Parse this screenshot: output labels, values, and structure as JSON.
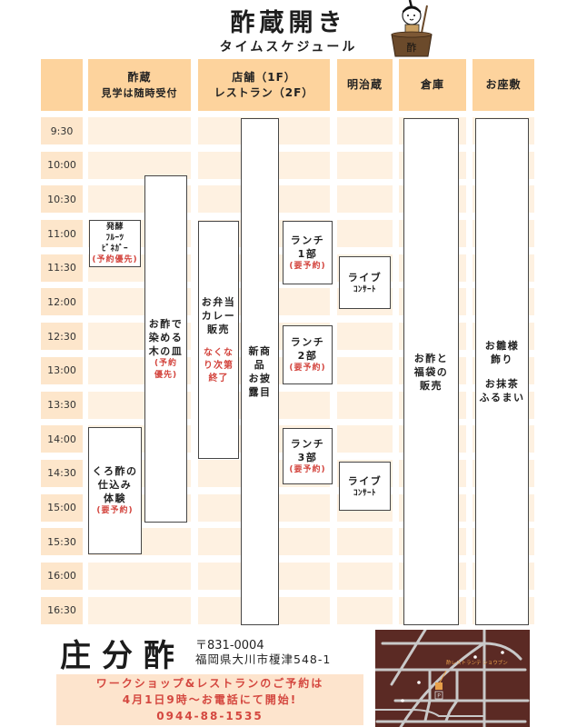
{
  "title": {
    "main": "酢蔵開き",
    "sub": "タイムスケジュール"
  },
  "header": {
    "columns": [
      {
        "name": "time",
        "lines": [
          ""
        ]
      },
      {
        "name": "sugura",
        "lines": [
          "酢蔵",
          "見学は随時受付"
        ]
      },
      {
        "name": "tenpo",
        "lines": [
          "店舗（1F）",
          "レストラン（2F）"
        ]
      },
      {
        "name": "meijigura",
        "lines": [
          "明治蔵"
        ]
      },
      {
        "name": "souko",
        "lines": [
          "倉庫"
        ]
      },
      {
        "name": "ozashiki",
        "lines": [
          "お座敷"
        ]
      }
    ]
  },
  "times": [
    "9:30",
    "10:00",
    "10:30",
    "11:00",
    "11:30",
    "12:00",
    "12:30",
    "13:00",
    "13:30",
    "14:00",
    "14:30",
    "15:00",
    "15:30",
    "16:00",
    "16:30"
  ],
  "events": [
    {
      "id": "fruit-vinegar",
      "column": "酢蔵",
      "lines": [
        "発酵",
        "ﾌﾙｰﾂ",
        "ﾋﾞﾈｶﾞｰ"
      ],
      "note": [
        "(予約優先)"
      ]
    },
    {
      "id": "wooden-plate-dye",
      "column": "酢蔵",
      "lines": [
        "お酢で",
        "染める",
        "木の皿"
      ],
      "note": [
        "(予約",
        "優先)"
      ]
    },
    {
      "id": "kurozu-workshop",
      "column": "酢蔵",
      "lines": [
        "くろ酢の",
        "仕込み",
        "体験"
      ],
      "note": [
        "(要予約)"
      ]
    },
    {
      "id": "bento-curry",
      "column": "店舗",
      "lines": [
        "お弁当",
        "カレー",
        "販売"
      ],
      "note": [
        "なくな",
        "り次第",
        "終了"
      ]
    },
    {
      "id": "new-products",
      "column": "店舗",
      "lines": [
        "新商",
        "品",
        "お披",
        "露目"
      ]
    },
    {
      "id": "lunch-1",
      "column": "店舗",
      "lines": [
        "ランチ",
        "1部"
      ],
      "note": [
        "(要予約)"
      ]
    },
    {
      "id": "lunch-2",
      "column": "店舗",
      "lines": [
        "ランチ",
        "2部"
      ],
      "note": [
        "(要予約)"
      ]
    },
    {
      "id": "lunch-3",
      "column": "店舗",
      "lines": [
        "ランチ",
        "3部"
      ],
      "note": [
        "(要予約)"
      ]
    },
    {
      "id": "live-concert-1",
      "column": "明治蔵",
      "lines": [
        "ライブ",
        "ｺﾝｻｰﾄ"
      ]
    },
    {
      "id": "live-concert-2",
      "column": "明治蔵",
      "lines": [
        "ライブ",
        "ｺﾝｻｰﾄ"
      ]
    },
    {
      "id": "vinegar-lucky-bag",
      "column": "倉庫",
      "lines": [
        "お酢と",
        "福袋の",
        "販売"
      ]
    },
    {
      "id": "hina-matcha",
      "column": "お座敷",
      "lines": [
        "お雛様",
        "飾り"
      ],
      "lines2": [
        "お抹茶",
        "ふるまい"
      ]
    }
  ],
  "footer": {
    "logo": "庄分酢",
    "postal": "〒831-0004",
    "address": "福岡県大川市榎津548-1",
    "notice": [
      "ワークショップ&レストランのご予約は",
      "4月1日9時～お電話にて開始!",
      "0944-88-1535"
    ],
    "map": {
      "restaurant_label": "酢レストランテ ショウブン",
      "parking": "P"
    }
  },
  "mascot": {
    "pot_char": "酢"
  },
  "colors": {
    "header": "#fdd39d",
    "slot": "#fef1e1",
    "time_cell": "#fde6cb",
    "note_red": "#d3443d",
    "notice_bg": "#fde4cd",
    "map_bg": "#5b2a24",
    "map_accent": "#e8a04a"
  }
}
